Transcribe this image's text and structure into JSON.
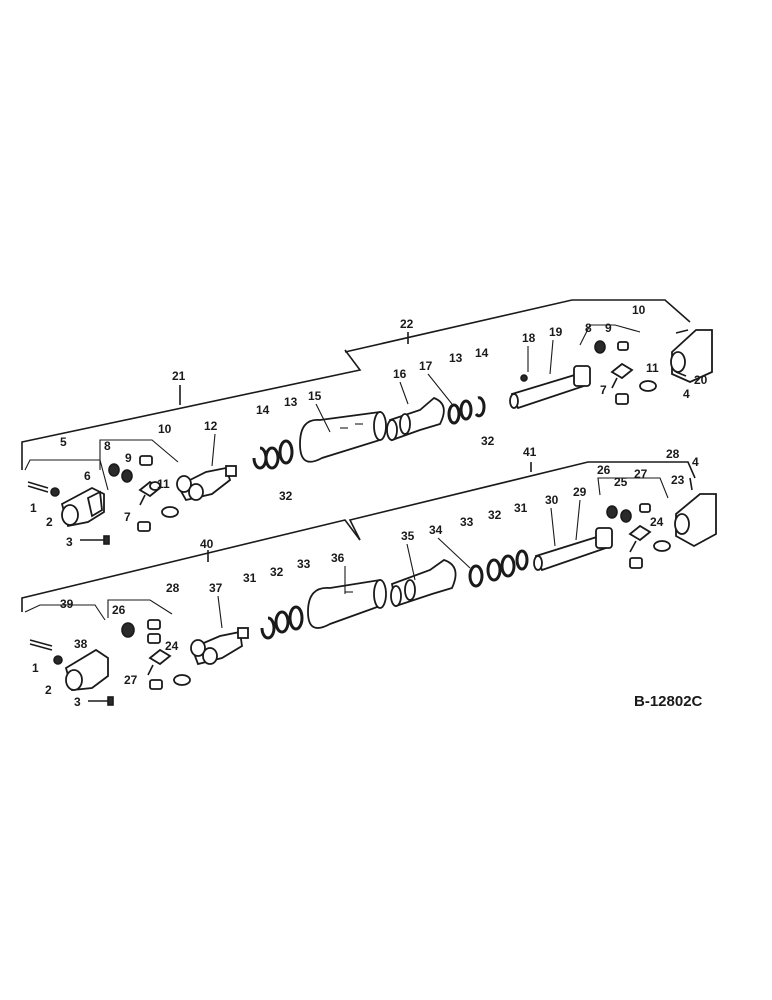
{
  "diagram": {
    "reference_code": "B-12802C",
    "upper_shaft": {
      "assembly_labels": [
        "21",
        "22"
      ],
      "part_labels": [
        "5",
        "6",
        "1",
        "2",
        "3",
        "8",
        "9",
        "10",
        "11",
        "7",
        "12",
        "14",
        "13",
        "32",
        "15",
        "16",
        "17",
        "13",
        "14",
        "32",
        "18",
        "19",
        "8",
        "9",
        "10",
        "11",
        "7",
        "20",
        "4"
      ]
    },
    "lower_shaft": {
      "assembly_labels": [
        "40",
        "41"
      ],
      "part_labels": [
        "39",
        "38",
        "1",
        "2",
        "3",
        "26",
        "28",
        "24",
        "27",
        "37",
        "31",
        "32",
        "33",
        "36",
        "35",
        "34",
        "33",
        "32",
        "31",
        "30",
        "29",
        "26",
        "25",
        "27",
        "28",
        "24",
        "23",
        "4"
      ]
    }
  },
  "colors": {
    "ink": "#1a1a1a",
    "background": "#ffffff"
  }
}
